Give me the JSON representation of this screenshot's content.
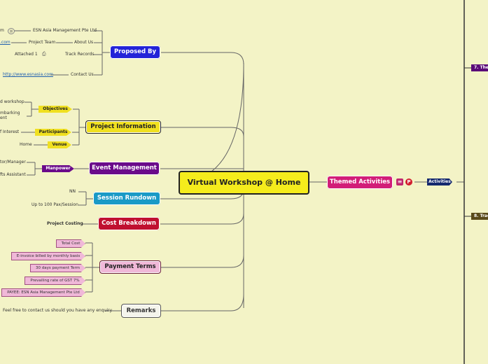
{
  "central": "Virtual Workshop @ Home",
  "themed": {
    "label": "Themed Activities",
    "activities": "Activities"
  },
  "right_nodes": [
    "7. The",
    "8. Trac"
  ],
  "proposed": {
    "label": "Proposed By",
    "items": [
      "ESN Asia Management Pte Ltd",
      "About Us",
      "Track Records",
      "Contact Us"
    ],
    "subs": [
      "m",
      ".com",
      "Project Team",
      "Attached 1",
      "http://www.esnasia.com"
    ]
  },
  "project_info": {
    "label": "Project Information",
    "objectives": "Objectives",
    "participants": "Participants",
    "venue": "Venue",
    "obj_subs": [
      "d workshop",
      "mbarking",
      "ent"
    ],
    "part_sub": "f Interest",
    "venue_sub": "Home"
  },
  "event": {
    "label": "Event Management",
    "manpower": "Manpower",
    "subs": [
      "tor/Manager",
      "fts Assistant"
    ]
  },
  "session": {
    "label": "Session Rundown",
    "subs": [
      "NN",
      "Up to 100 Pax/Session"
    ]
  },
  "cost": {
    "label": "Cost Breakdown",
    "sub": "Project Costing"
  },
  "payment": {
    "label": "Payment Terms",
    "items": [
      "Total Cost",
      "E-invoice billed by monthly basis",
      "30 days payment Term",
      "Prevailing rate of GST 7%",
      "PAYEE: ESN Asia Management Pte Ltd"
    ]
  },
  "remarks": {
    "label": "Remarks",
    "sub": "Feel free to contact us should you have any enquiry"
  }
}
